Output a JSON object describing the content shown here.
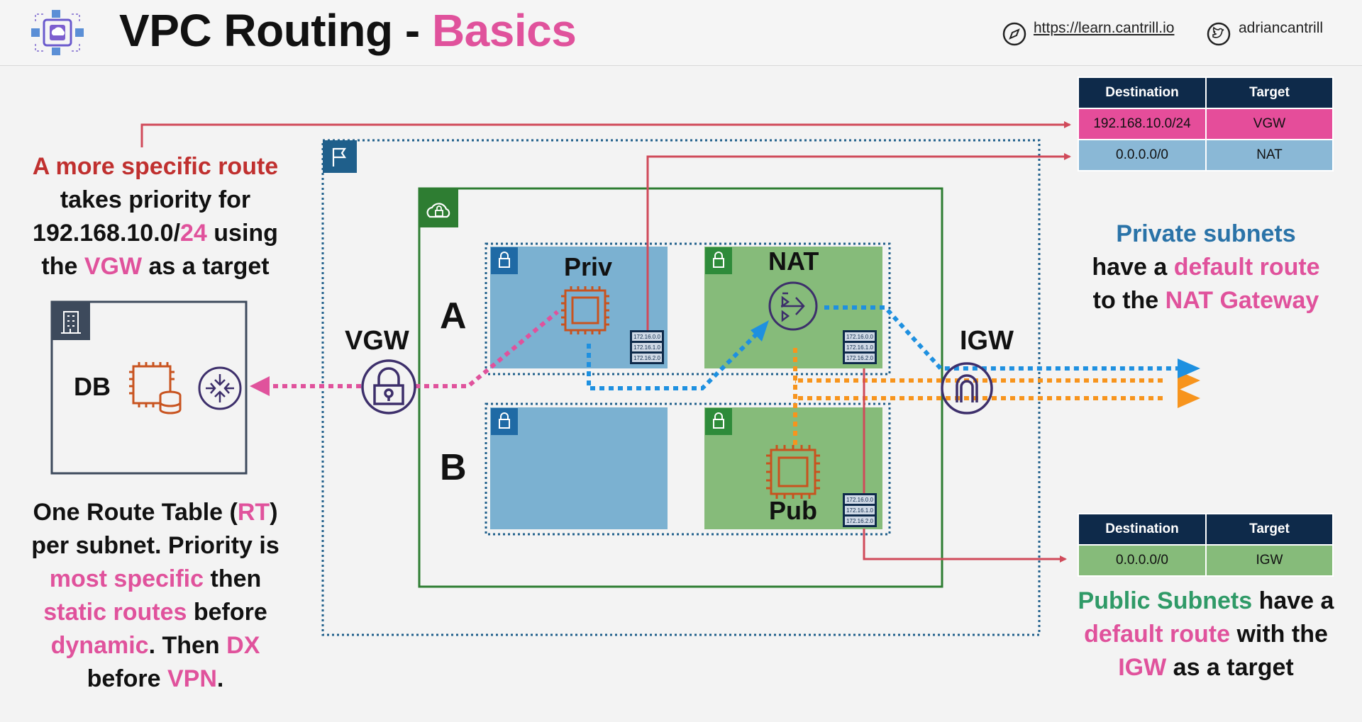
{
  "header": {
    "title_main": "VPC Routing - ",
    "title_accent": "Basics",
    "link_url": "https://learn.cantrill.io",
    "twitter_handle": "adriancantrill"
  },
  "route_table_private": {
    "headers": [
      "Destination",
      "Target"
    ],
    "rows": [
      {
        "destination": "192.168.10.0/24",
        "target": "VGW"
      },
      {
        "destination": "0.0.0.0/0",
        "target": "NAT"
      }
    ]
  },
  "route_table_public": {
    "headers": [
      "Destination",
      "Target"
    ],
    "rows": [
      {
        "destination": "0.0.0.0/0",
        "target": "IGW"
      }
    ]
  },
  "notes": {
    "specific": {
      "l1": "A more specific route",
      "l2": "takes priority for",
      "l3a": "192.168.10.0/",
      "l3b": "24",
      "l3c": " using",
      "l4a": "the ",
      "l4b": "VGW",
      "l4c": " as a target"
    },
    "priority": {
      "a": "One Route Table (",
      "b": "RT",
      "c": ")",
      "d": "per subnet. Priority is",
      "e": "most specific",
      "f": " then",
      "g": "static routes",
      "h": " before",
      "i": "dynamic",
      "j": ". Then ",
      "k": "DX",
      "l": "before ",
      "m": "VPN",
      "n": "."
    },
    "private": {
      "a": "Private subnets",
      "b": "have a ",
      "c": "default route",
      "d": "to the ",
      "e": "NAT Gateway"
    },
    "public": {
      "a": "Public Subnets",
      "b": " have a",
      "c": "default route",
      "d": " with the",
      "e": "IGW",
      "f": " as a target"
    }
  },
  "diagram": {
    "vgw": "VGW",
    "igw": "IGW",
    "db": "DB",
    "az_a": "A",
    "az_b": "B",
    "priv": "Priv",
    "nat": "NAT",
    "pub": "Pub",
    "rt_entries": [
      "172.16.0.0",
      "172.16.1.0",
      "172.16.2.0"
    ]
  },
  "colors": {
    "pink": "#e0529c",
    "red_arrow": "#d04a5a",
    "blue_traffic": "#1e90e0",
    "orange_traffic": "#f7941d",
    "private_subnet": "#7bb1d1",
    "public_subnet": "#86bb7a",
    "vpc_green": "#2e7d32",
    "region_blue": "#1f5f8b",
    "table_header": "#0e2a4a",
    "row_vgw": "#e54d9a",
    "row_nat": "#8ab8d6",
    "row_igw": "#86bb7a"
  }
}
